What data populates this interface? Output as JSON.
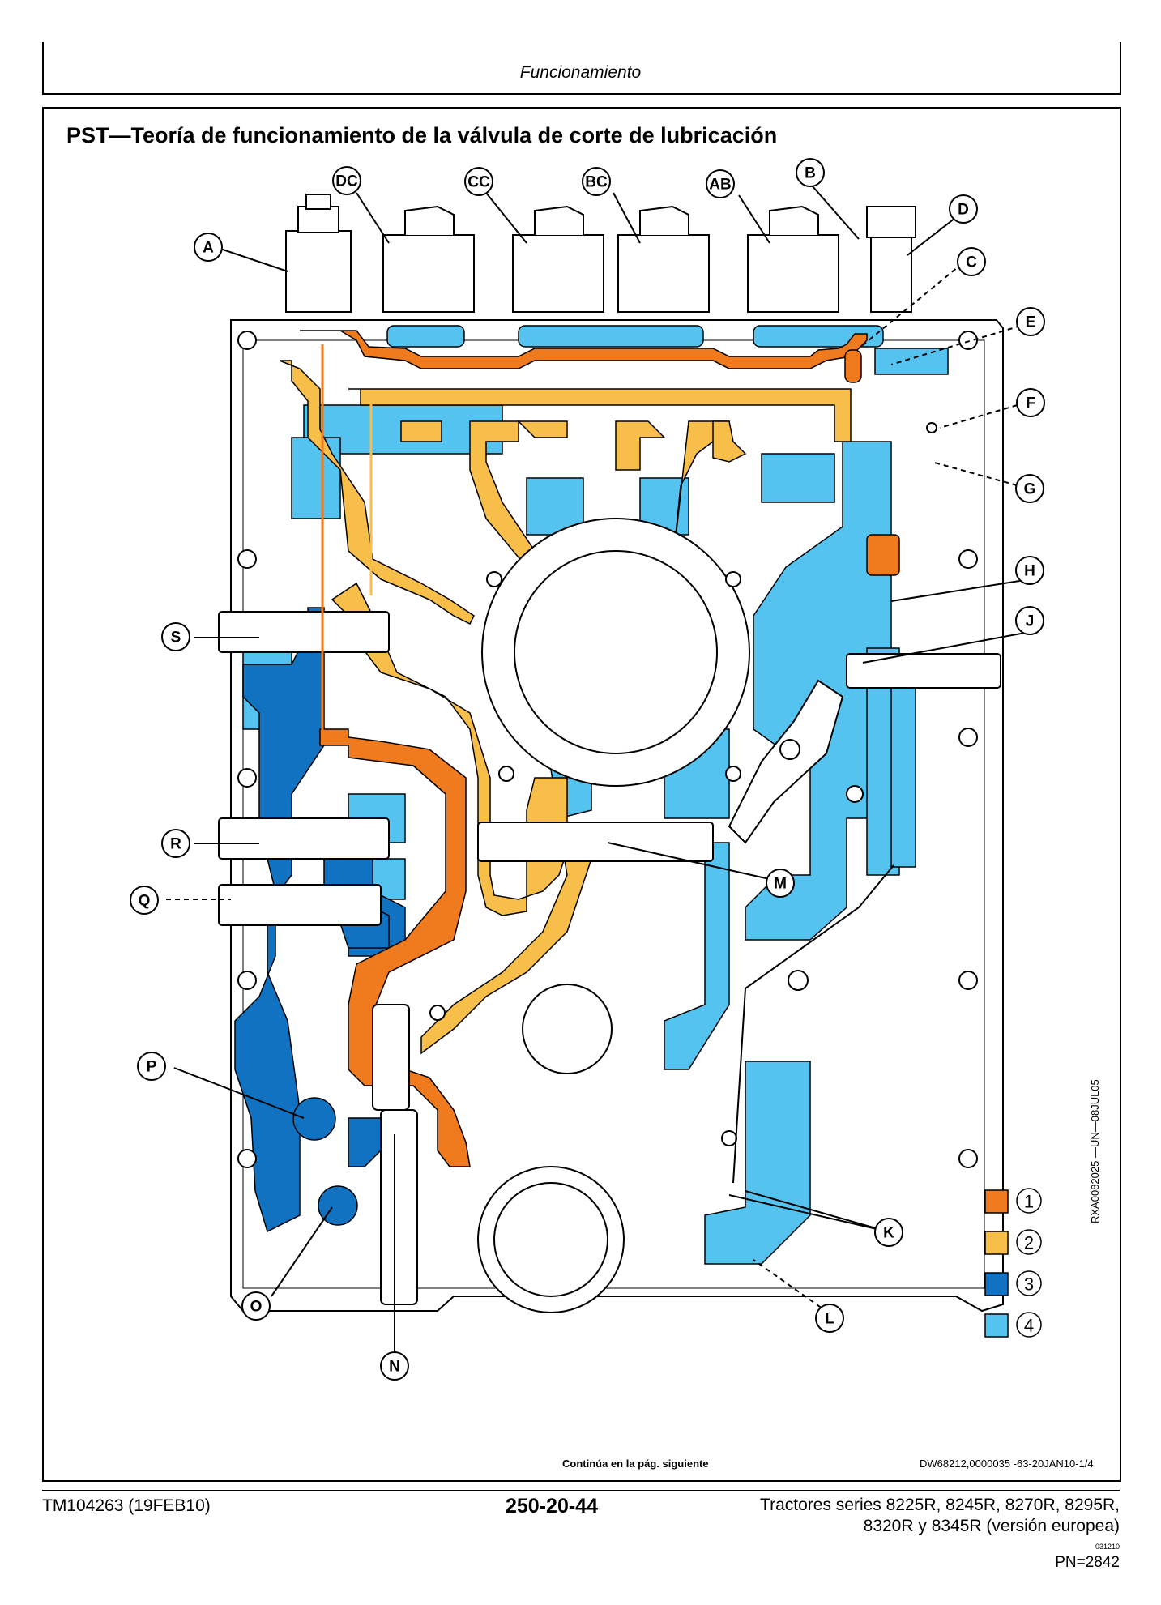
{
  "header": {
    "section": "Funcionamiento"
  },
  "title": "PST—Teoría de funcionamiento de la válvula de corte de lubricación",
  "figure": {
    "image_id": "RXA0082025 —UN—08JUL05",
    "callouts": [
      "DC",
      "CC",
      "BC",
      "AB",
      "B",
      "D",
      "A",
      "C",
      "E",
      "F",
      "G",
      "H",
      "J",
      "S",
      "R",
      "Q",
      "M",
      "P",
      "K",
      "O",
      "N",
      "L"
    ],
    "legend": [
      {
        "label": "1",
        "color": "#F07A1E"
      },
      {
        "label": "2",
        "color": "#F7BE4A"
      },
      {
        "label": "3",
        "color": "#1272C2"
      },
      {
        "label": "4",
        "color": "#55C3F0"
      }
    ]
  },
  "continue_text": "Continúa en la pág. siguiente",
  "ref_code": "DW68212,0000035 -63-20JAN10-1/4",
  "footer": {
    "manual": "TM104263 (19FEB10)",
    "page": "250-20-44",
    "series_line1": "Tractores series 8225R, 8245R, 8270R, 8295R,",
    "series_line2": "8320R y 8345R (versión europea)",
    "small_code": "031210",
    "pn": "PN=2842"
  },
  "colors": {
    "orange": "#F07A1E",
    "yellow": "#F7BE4A",
    "dark_blue": "#1272C2",
    "light_blue": "#55C3F0"
  }
}
